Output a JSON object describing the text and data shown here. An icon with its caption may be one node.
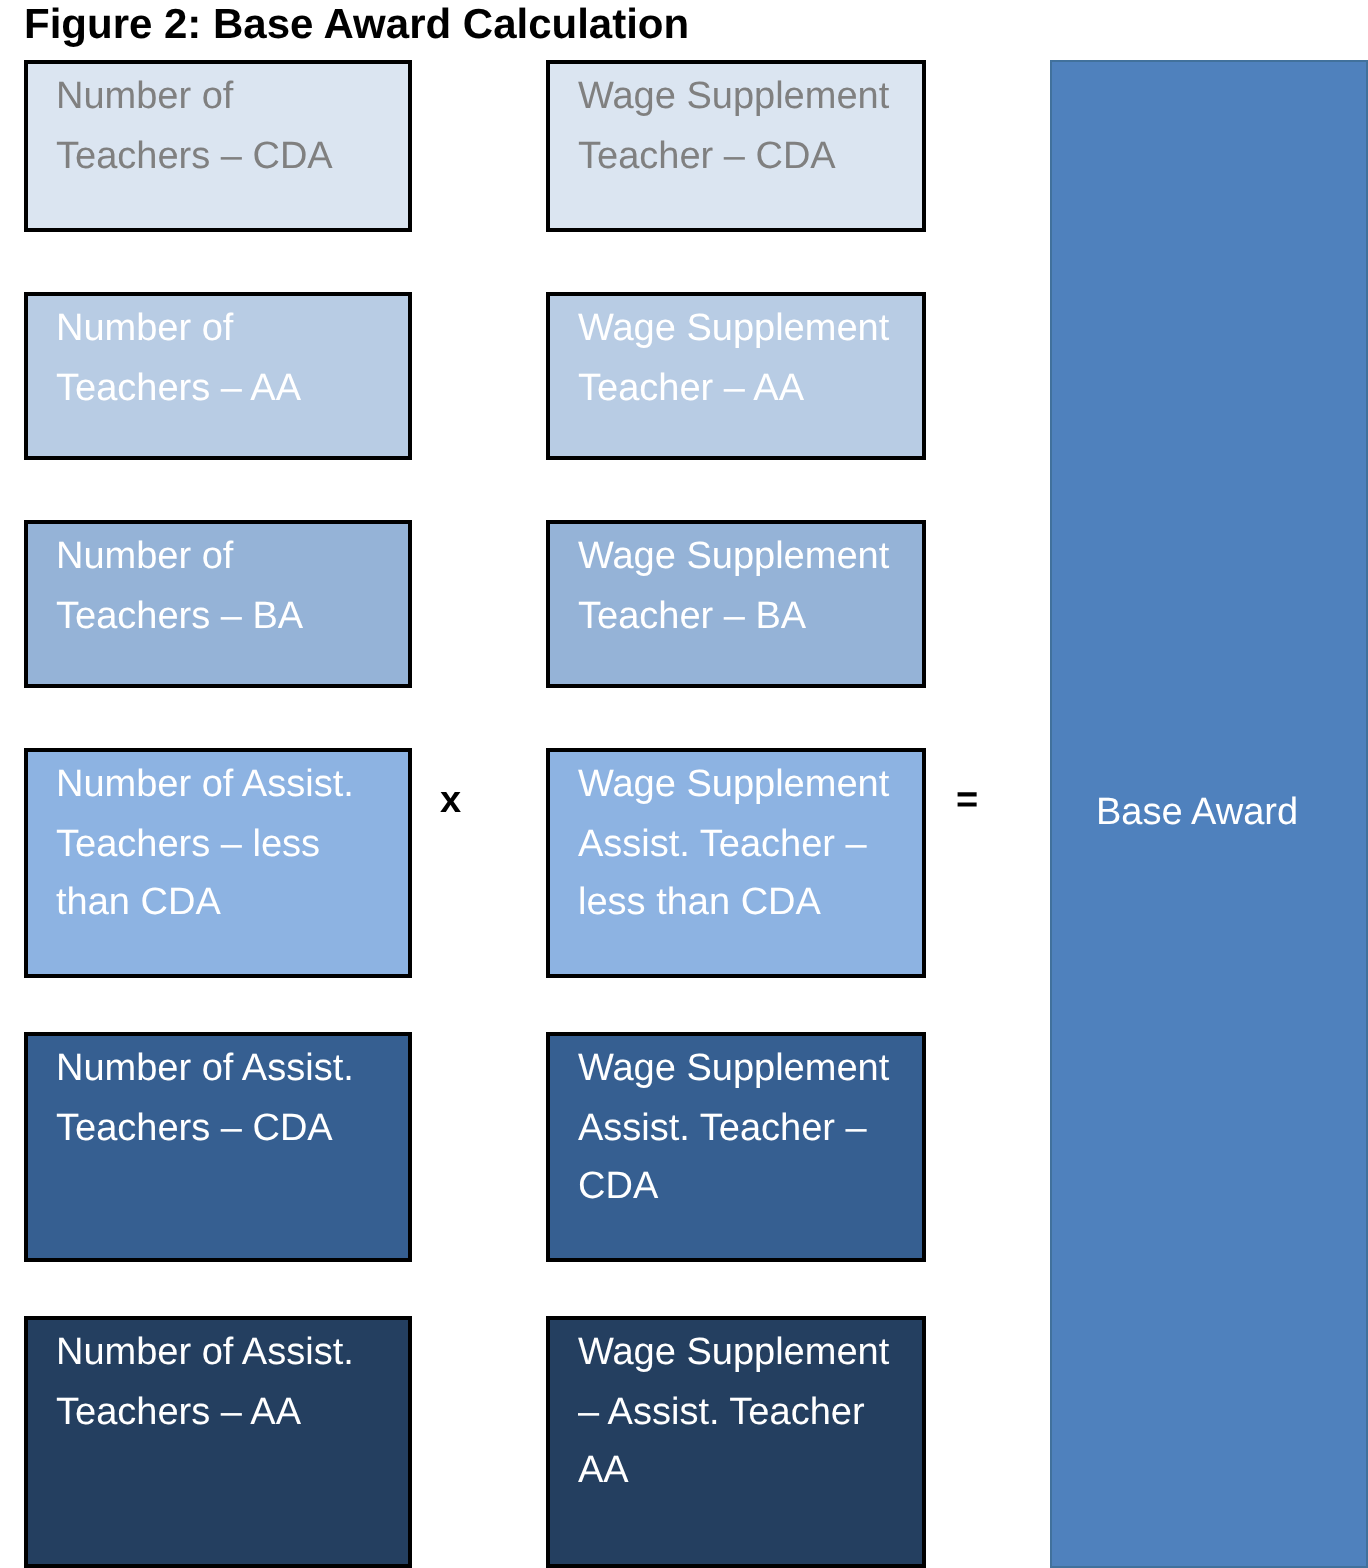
{
  "diagram": {
    "title": "Figure 2: Base Award Calculation",
    "nodes": [
      {
        "text": [
          "Number of Teachers – CDA"
        ]
      },
      {
        "text": [
          "Wage Supplement Teacher – CDA"
        ]
      },
      {
        "text": [
          "Base Award"
        ]
      },
      {
        "text": [
          "Number of Teachers – AA"
        ]
      },
      {
        "text": [
          "Wage Supplement Teacher – AA"
        ]
      },
      {
        "text": [
          "Number of Teachers – BA"
        ]
      },
      {
        "text": [
          "Wage Supplement Teacher – BA"
        ]
      },
      {
        "text": [
          "Number of Assist. Teachers – less than CDA"
        ]
      },
      {
        "text": [
          "Wage Supplement Assist. Teacher – less than CDA"
        ]
      },
      {
        "text": [
          "Number of Assist. Teachers – CDA"
        ]
      },
      {
        "text": [
          "Wage Supplement Assist. Teacher – CDA"
        ]
      },
      {
        "text": [
          "Number of Assist. Teachers – AA"
        ]
      },
      {
        "text": [
          "Wage Supplement – Assist. Teacher AA"
        ]
      }
    ],
    "edges": [],
    "labels": [
      "x",
      "="
    ]
  }
}
